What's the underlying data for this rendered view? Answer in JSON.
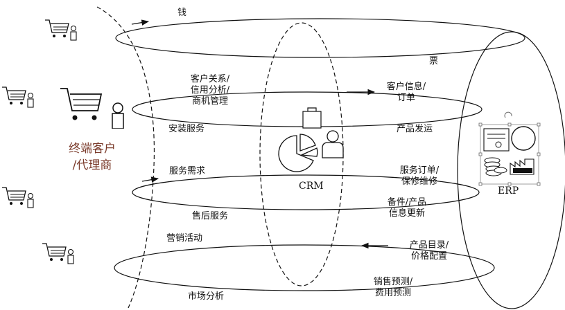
{
  "customer": {
    "line1": "终端客户",
    "line2": "/代理商"
  },
  "systems": {
    "crm": "CRM",
    "erp": "ERP"
  },
  "flows": {
    "money": "钱",
    "invoice": "票",
    "customer_relations": "客户关系/\n信用分析/\n商机管理",
    "install_service": "安装服务",
    "customer_info_order": "客户信息/\n订单",
    "product_shipping": "产品发运",
    "service_request": "服务需求",
    "after_sales": "售后服务",
    "service_order": "服务订单/\n保修维修",
    "spare_parts": "备件/产品\n信息更新",
    "marketing": "营销活动",
    "market_analysis": "市场分析",
    "product_catalog": "产品目录/\n价格配置",
    "sales_forecast": "销售预测/\n费用预测"
  },
  "icons": {
    "cart": "shopping-cart-icon",
    "person": "person-icon",
    "briefcase": "briefcase-icon",
    "pie": "pie-chart-icon",
    "erp_bundle": "erp-bundle-icon"
  }
}
